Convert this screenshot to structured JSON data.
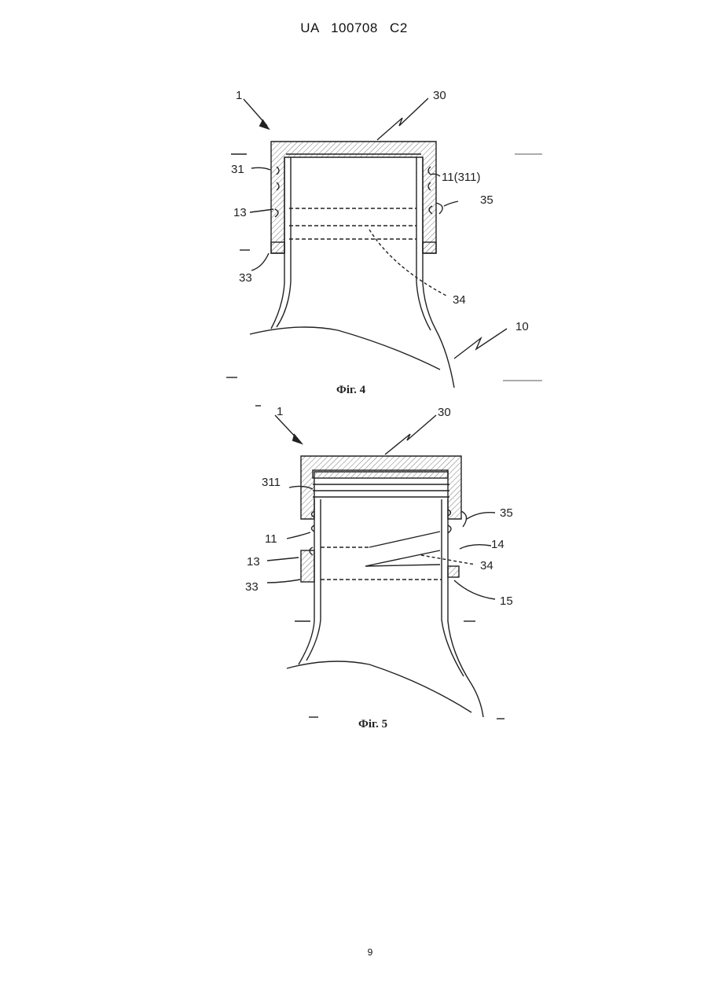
{
  "header": {
    "doc_id": "UA   100708   C2"
  },
  "figure4": {
    "caption": "Фіг. 4",
    "labels": {
      "l1": "1",
      "l30": "30",
      "l31": "31",
      "l11_311": "11(311)",
      "l35": "35",
      "l13": "13",
      "l33": "33",
      "l34": "34",
      "l10": "10"
    }
  },
  "figure5": {
    "caption": "Фіг. 5",
    "labels": {
      "l1": "1",
      "l30": "30",
      "l311": "311",
      "l35": "35",
      "l11": "11",
      "l14": "14",
      "l13": "13",
      "l34": "34",
      "l33": "33",
      "l15": "15"
    }
  },
  "footer": {
    "page_number": "9"
  }
}
